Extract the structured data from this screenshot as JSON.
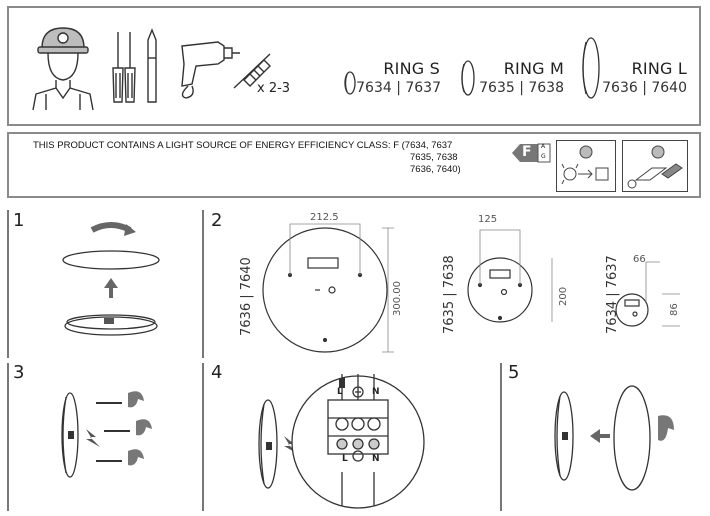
{
  "header": {
    "screw_count": "x 2-3",
    "models": [
      {
        "name": "RING S",
        "codes": "7634 | 7637"
      },
      {
        "name": "RING M",
        "codes": "7635 | 7638"
      },
      {
        "name": "RING L",
        "codes": "7636 | 7640"
      }
    ]
  },
  "energy": {
    "line1": "THIS PRODUCT CONTAINS A LIGHT SOURCE OF ENERGY EFFICIENCY CLASS: F (7634, 7637",
    "line2": "7635, 7638",
    "line3": "7636, 7640)",
    "class_letter": "F",
    "scale_top": "A",
    "scale_bottom": "G"
  },
  "steps": {
    "s1": "1",
    "s2": "2",
    "s3": "3",
    "s4": "4",
    "s5": "5"
  },
  "dimensions": {
    "large": {
      "width": "212.5",
      "height": "300.00",
      "codes": "7636 | 7640"
    },
    "medium": {
      "width": "125",
      "height": "200",
      "codes": "7635 | 7638"
    },
    "small": {
      "width": "66",
      "height": "86",
      "codes": "7634 | 7637"
    }
  },
  "terminal": {
    "top_l": "L",
    "top_n": "N",
    "bottom_l": "L",
    "bottom_n": "N"
  },
  "icons": [
    "worker-icon",
    "screwdriver-icon",
    "drill-icon",
    "wall-plug-icon",
    "energy-label-icon",
    "lamp-replace-icon",
    "driver-replace-icon"
  ]
}
